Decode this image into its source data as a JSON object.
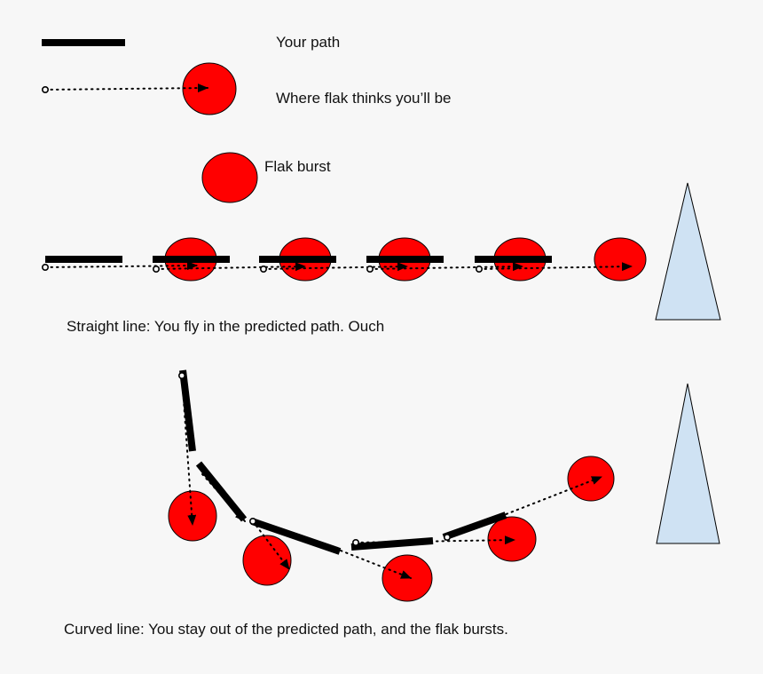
{
  "legend": {
    "path_label": "Your path",
    "predicted_label": "Where flak thinks you’ll be",
    "burst_label": "Flak burst"
  },
  "captions": {
    "straight": "Straight line: You fly in the predicted path. Ouch",
    "curved": "Curved line: You stay out of the predicted path, and the flak bursts."
  },
  "colors": {
    "background": "#f7f7f7",
    "path": "#000000",
    "flak": "#ff0000",
    "target": "#cfe2f3"
  },
  "icons": {
    "path_segment": "thick-black-bar",
    "prediction": "dotted-arrow",
    "flak_burst": "red-circle",
    "target": "light-blue-triangle"
  }
}
